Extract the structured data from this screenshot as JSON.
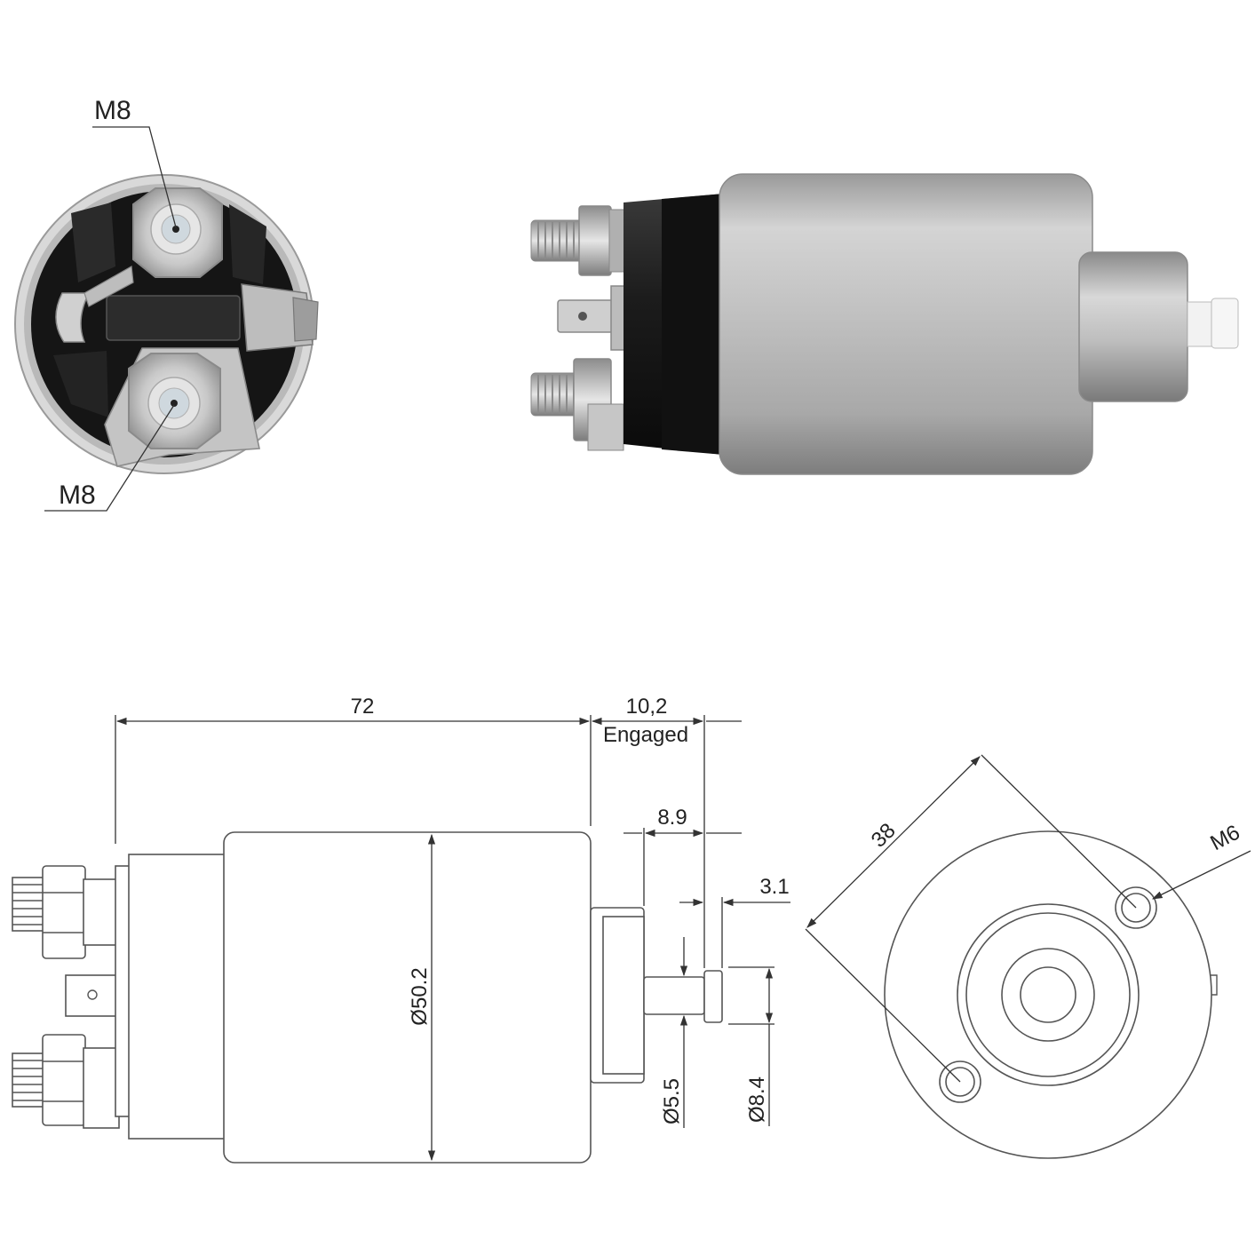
{
  "photo_callouts": {
    "top_terminal": "M8",
    "bottom_terminal": "M8"
  },
  "side_view_dimensions": {
    "overall_length": "72",
    "plunger_travel": "10,2",
    "plunger_state": "Engaged",
    "plunger_offset": "8.9",
    "plunger_head_width": "3.1",
    "body_diameter": "Ø50.2",
    "shaft_diameter": "Ø5.5",
    "head_diameter": "Ø8.4"
  },
  "end_view_dimensions": {
    "mounting_hole_distance": "38",
    "mounting_thread": "M6"
  },
  "colors": {
    "line": "#333333",
    "body_metal": "#c9c9c9",
    "cap_black": "#1a1a1a",
    "plunger_tip": "#eeeeee"
  }
}
